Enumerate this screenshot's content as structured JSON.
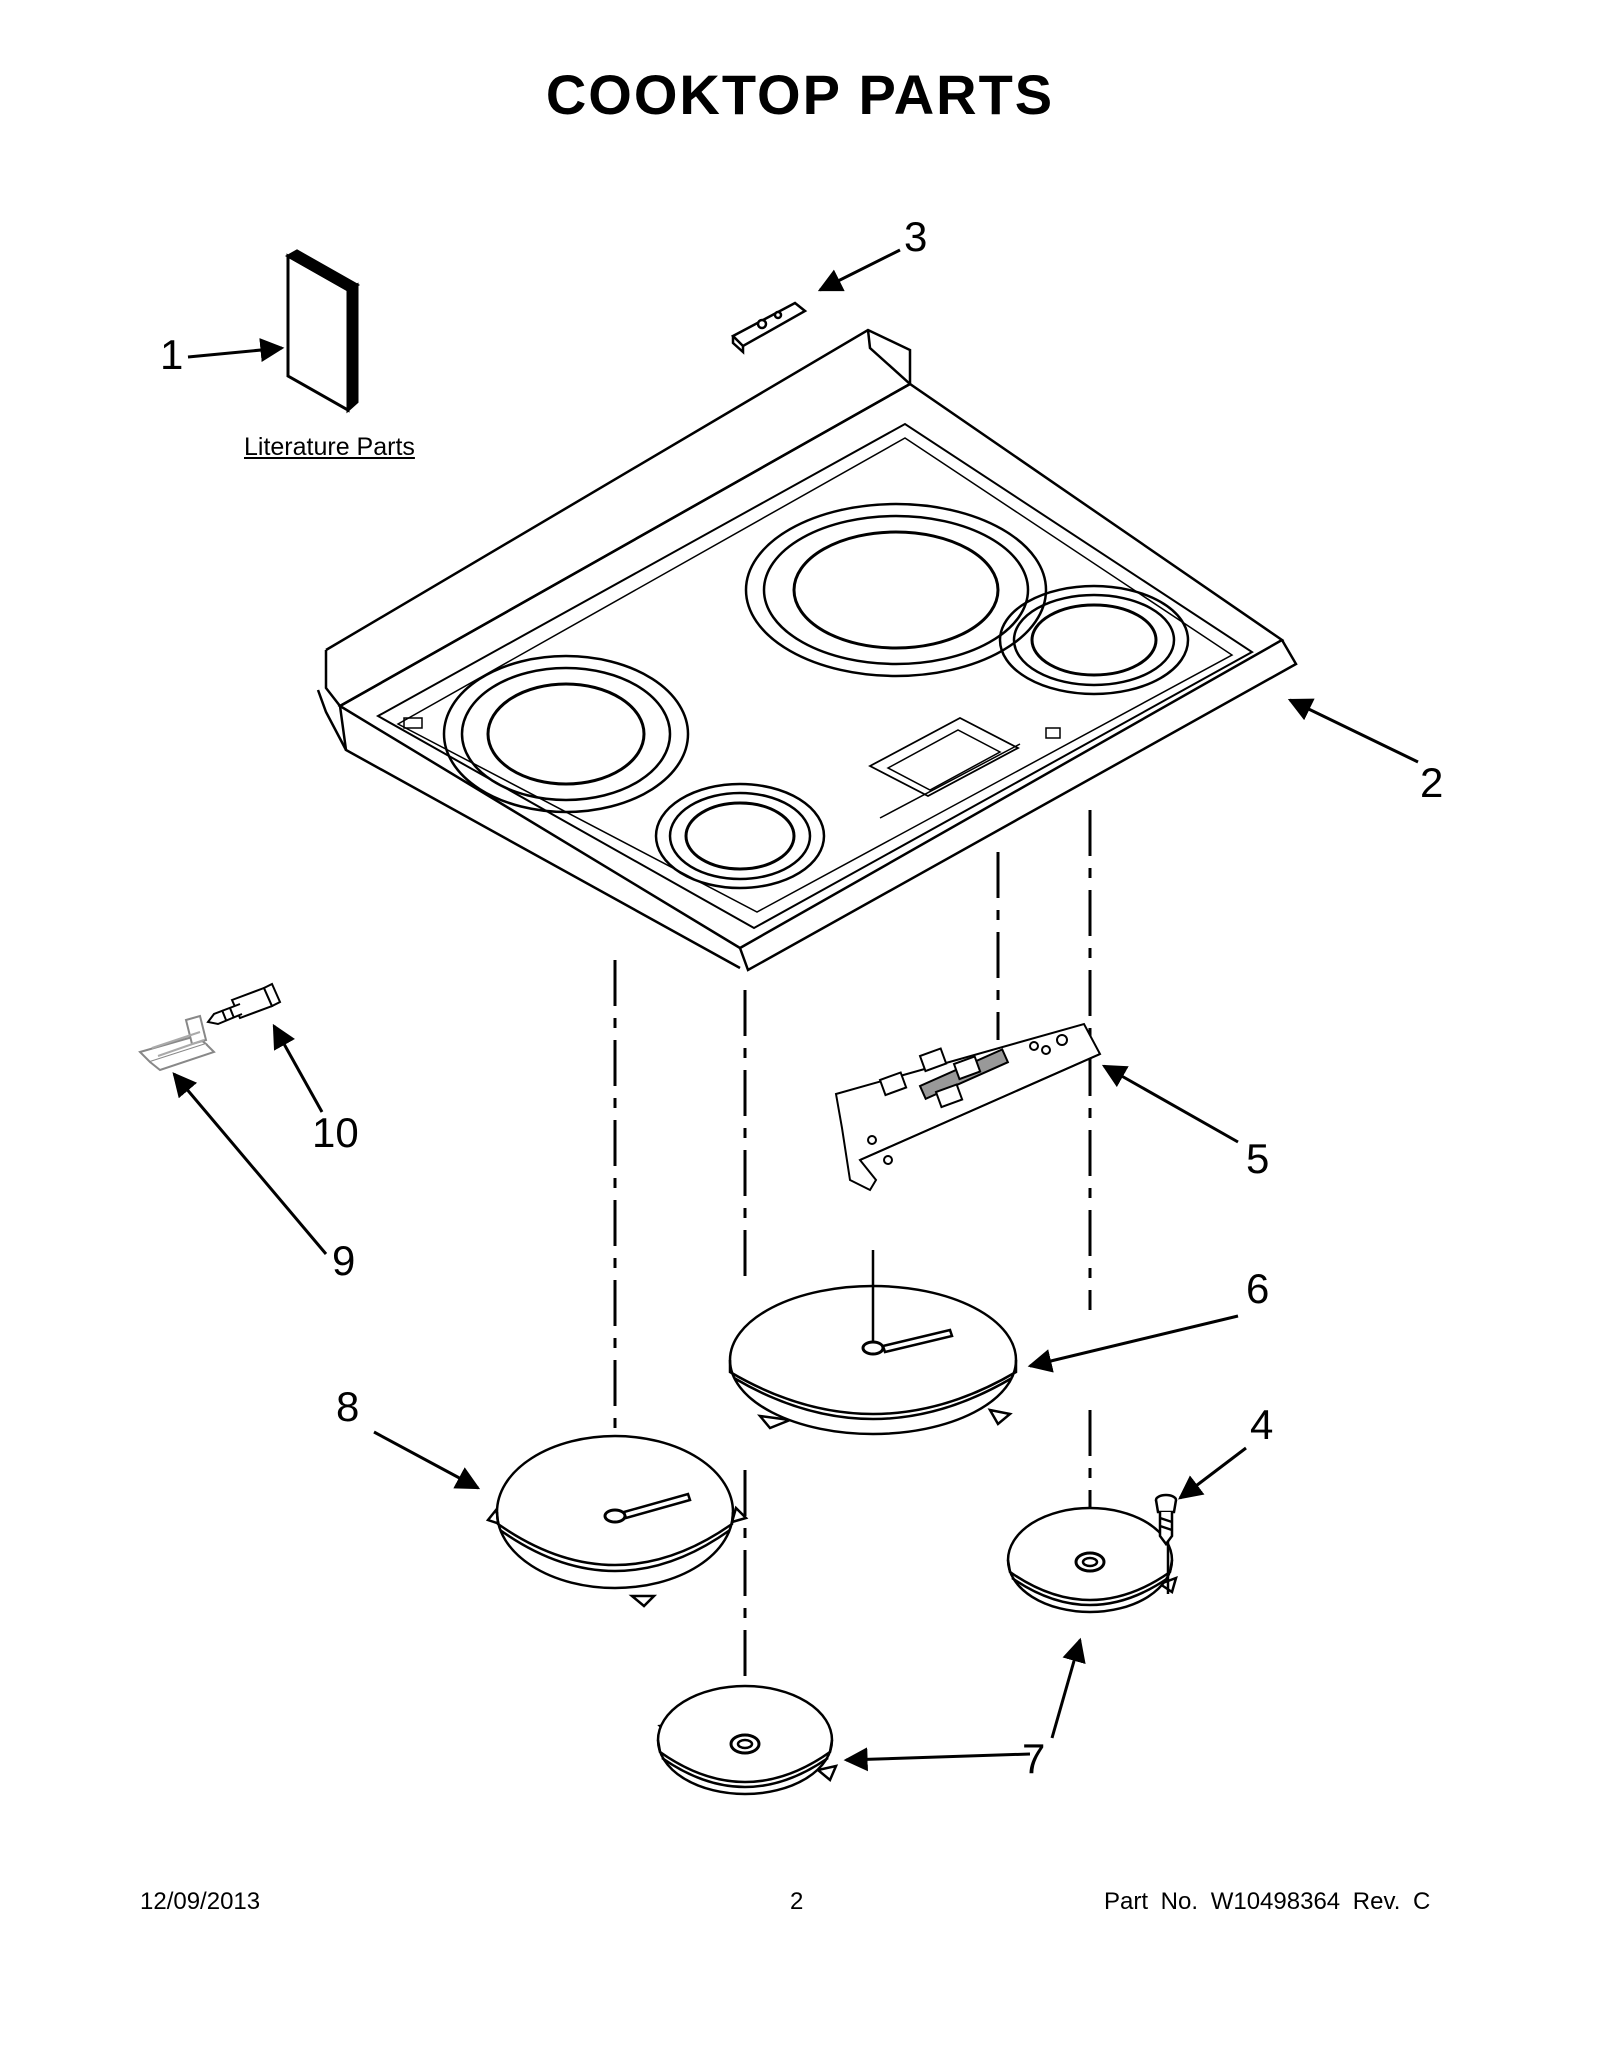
{
  "page": {
    "title": "COOKTOP PARTS"
  },
  "literature_caption": "Literature Parts",
  "callouts": [
    "1",
    "2",
    "3",
    "4",
    "5",
    "6",
    "7",
    "8",
    "9",
    "10"
  ],
  "footer": {
    "date": "12/09/2013",
    "page_number": "2",
    "part_number": "Part No.  W10498364  Rev.  C"
  }
}
